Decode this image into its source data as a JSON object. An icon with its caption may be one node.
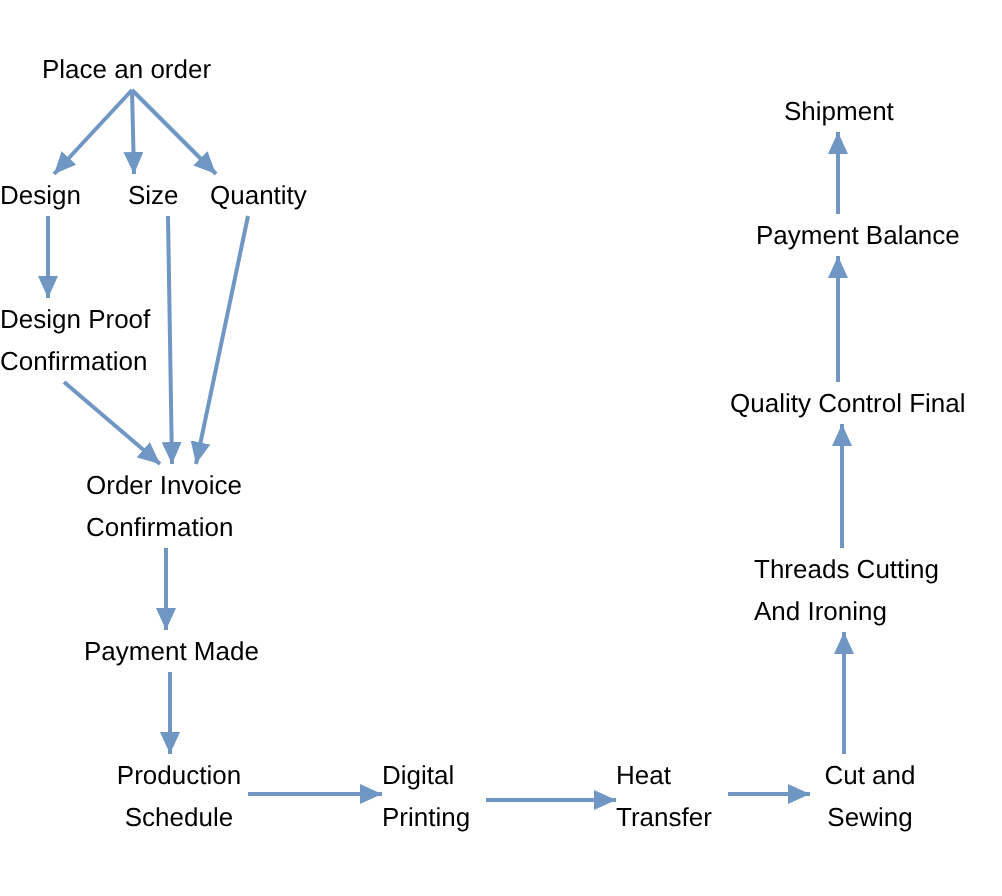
{
  "diagram": {
    "nodes": [
      {
        "text": [
          "Place an order"
        ]
      },
      {
        "text": [
          "Design"
        ]
      },
      {
        "text": [
          "Size"
        ]
      },
      {
        "text": [
          "Quantity"
        ]
      },
      {
        "text": [
          "Design Proof Confirmation"
        ]
      },
      {
        "text": [
          "Order Invoice Confirmation"
        ]
      },
      {
        "text": [
          "Payment Made"
        ]
      },
      {
        "text": [
          "Production Schedule"
        ]
      },
      {
        "text": [
          "Digital Printing"
        ]
      },
      {
        "text": [
          "Heat Transfer"
        ]
      },
      {
        "text": [
          "Cut and Sewing"
        ]
      },
      {
        "text": [
          "Threads Cutting And Ironing"
        ]
      },
      {
        "text": [
          "Quality Control Final"
        ]
      },
      {
        "text": [
          "Payment Balance"
        ]
      },
      {
        "text": [
          "Shipment"
        ]
      }
    ],
    "edges": [
      {
        "from": 0,
        "to": 1,
        "arrow": "to"
      },
      {
        "from": 0,
        "to": 2,
        "arrow": "to"
      },
      {
        "from": 0,
        "to": 3,
        "arrow": "to"
      },
      {
        "from": 1,
        "to": 4,
        "arrow": "to"
      },
      {
        "from": 2,
        "to": 5,
        "arrow": "to"
      },
      {
        "from": 3,
        "to": 5,
        "arrow": "to"
      },
      {
        "from": 4,
        "to": 5,
        "arrow": "to"
      },
      {
        "from": 5,
        "to": 6,
        "arrow": "to"
      },
      {
        "from": 6,
        "to": 7,
        "arrow": "to"
      },
      {
        "from": 7,
        "to": 8,
        "arrow": "to"
      },
      {
        "from": 8,
        "to": 9,
        "arrow": "to"
      },
      {
        "from": 9,
        "to": 10,
        "arrow": "to"
      },
      {
        "from": 10,
        "to": 11,
        "arrow": "to"
      },
      {
        "from": 11,
        "to": 12,
        "arrow": "to"
      },
      {
        "from": 12,
        "to": 13,
        "arrow": "to"
      },
      {
        "from": 13,
        "to": 14,
        "arrow": "to"
      }
    ]
  }
}
